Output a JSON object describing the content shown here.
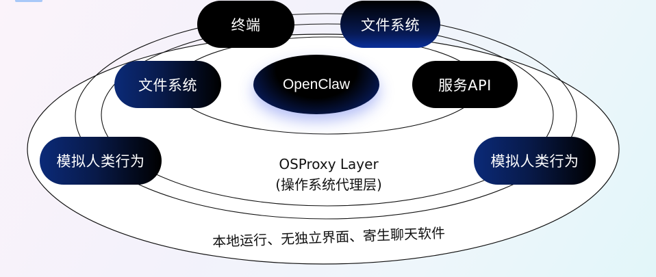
{
  "diagram": {
    "core": {
      "label": "OpenClaw"
    },
    "layer": {
      "title": "OSProxy Layer",
      "subtitle": "(操作系统代理层)"
    },
    "outer_note": "本地运行、无独立界面、寄生聊天软件",
    "nodes": [
      {
        "id": "terminal",
        "label": "终端"
      },
      {
        "id": "filesystem-top",
        "label": "文件系统"
      },
      {
        "id": "filesystem-left",
        "label": "文件系统"
      },
      {
        "id": "service-api",
        "label": "服务API"
      },
      {
        "id": "human-behavior-left",
        "label": "模拟人类行为"
      },
      {
        "id": "human-behavior-right",
        "label": "模拟人类行为"
      }
    ],
    "colors": {
      "node_black": "#000000",
      "node_navy": "#0b2a78",
      "core_glow": "#2846e6",
      "ring_stroke": "#111111",
      "text": "#111111"
    }
  }
}
